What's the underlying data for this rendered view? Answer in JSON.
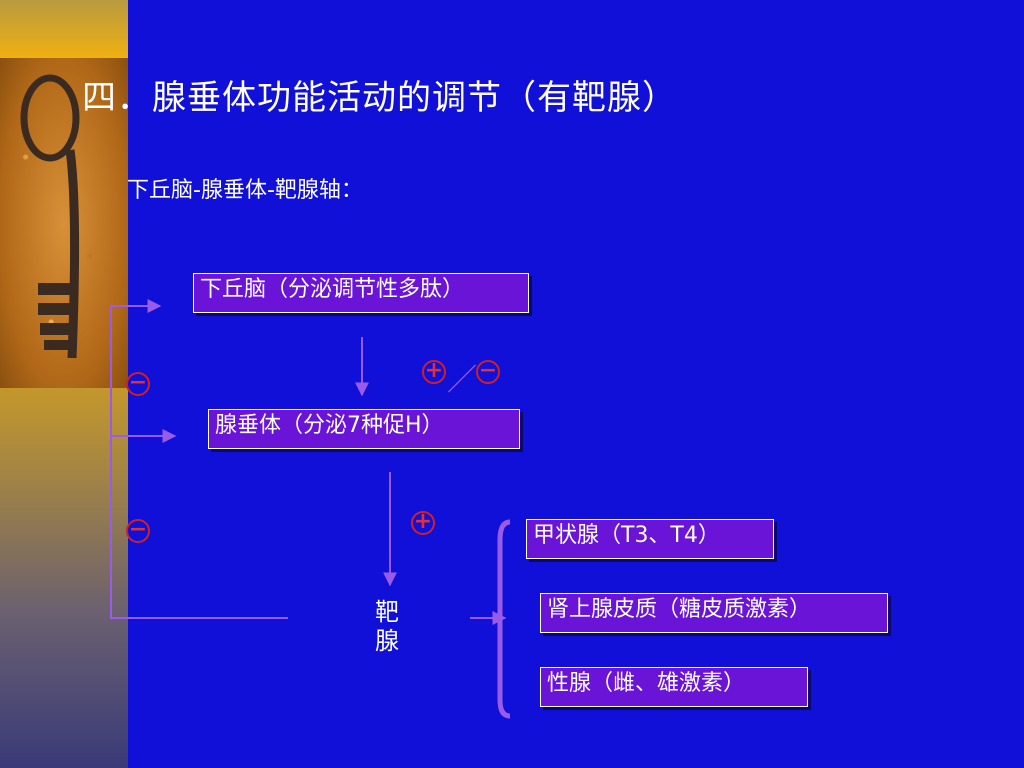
{
  "title": "四．腺垂体功能活动的调节（有靶腺）",
  "subtitle": "下丘脑-腺垂体-靶腺轴：",
  "boxes": {
    "hypothalamus": "下丘脑（分泌调节性多肽）",
    "pituitary": "腺垂体（分泌7种促H）",
    "thyroid": "甲状腺（T3、T4）",
    "adrenal": "肾上腺皮质（糖皮质激素）",
    "gonad": "性腺（雌、雄激素）"
  },
  "target_label": "靶腺",
  "signs": {
    "plus_upper": "+",
    "slash": "／",
    "minus_upper": "−",
    "plus_lower": "+",
    "feedback_minus_1": "−",
    "feedback_minus_2": "−"
  },
  "colors": {
    "background": "#1010d8",
    "box_fill": "#6a14d8",
    "arrow": "#9a5ce8",
    "sign_red": "#d02020"
  },
  "decor": {
    "left_image": "key-photo"
  }
}
